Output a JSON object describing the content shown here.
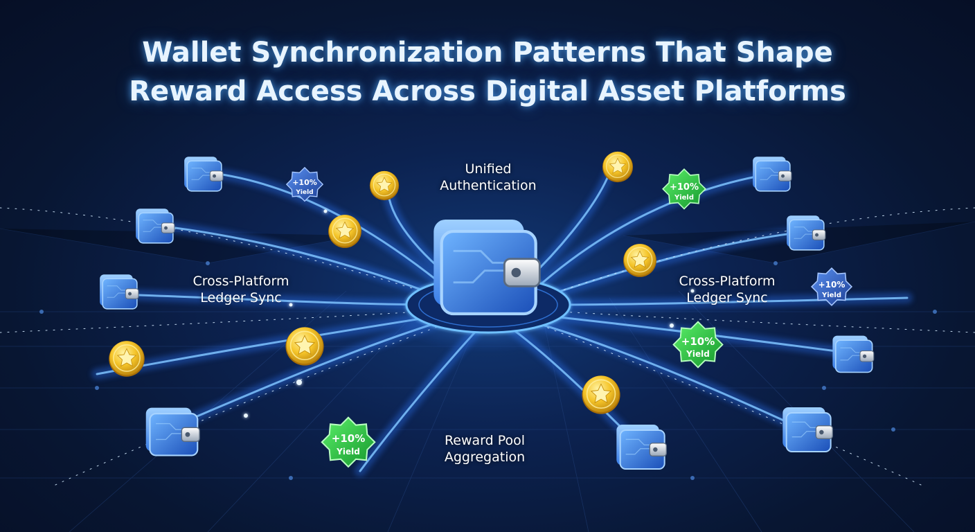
{
  "title": {
    "line1": "Wallet Synchronization Patterns That Shape",
    "line2": "Reward Access Across Digital Asset Platforms"
  },
  "labels": {
    "unified_authentication": {
      "line1": "Unified",
      "line2": "Authentication"
    },
    "ledger_sync_left": {
      "line1": "Cross-Platform",
      "line2": "Ledger Sync"
    },
    "ledger_sync_right": {
      "line1": "Cross-Platform",
      "line2": "Ledger Sync"
    },
    "reward_pool": {
      "line1": "Reward Pool",
      "line2": "Aggregation"
    }
  },
  "badge_text": {
    "pct": "+10%",
    "word": "Yield"
  },
  "icons": {
    "hub": "wallet-hub-icon",
    "satellite": "wallet-icon",
    "coin": "gold-star-coin-icon",
    "badge": "yield-badge-icon"
  },
  "colors": {
    "background": "#0a1838",
    "stream": "#3d8dff",
    "stream_glow": "#7fc4ff",
    "coin": "#f5c52a",
    "badge_green": "#2fcf4a",
    "badge_blue": "#2f62c8",
    "wallet_blue": "#2a6fe0"
  }
}
